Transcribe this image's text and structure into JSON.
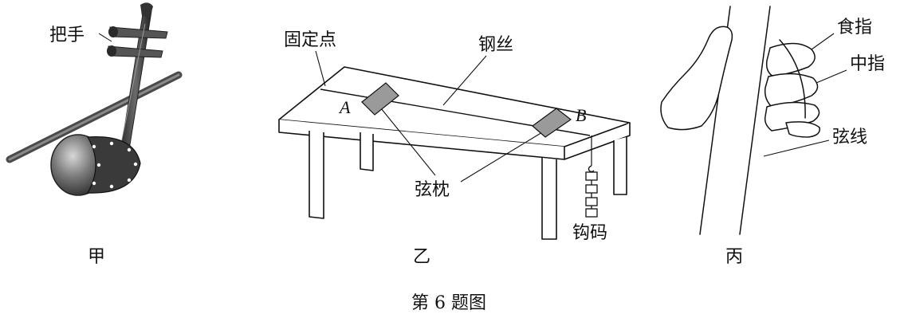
{
  "panel_jia": {
    "handle_label": "把手",
    "caption": "甲"
  },
  "panel_yi": {
    "fixed_point_label": "固定点",
    "steel_wire_label": "钢丝",
    "bridge_a_label": "A",
    "bridge_b_label": "B",
    "bridge_label": "弦枕",
    "weights_label": "钩码",
    "caption": "乙"
  },
  "panel_bing": {
    "index_finger_label": "食指",
    "middle_finger_label": "中指",
    "string_label": "弦线",
    "caption": "丙"
  },
  "figure_caption": "第 6 题图"
}
